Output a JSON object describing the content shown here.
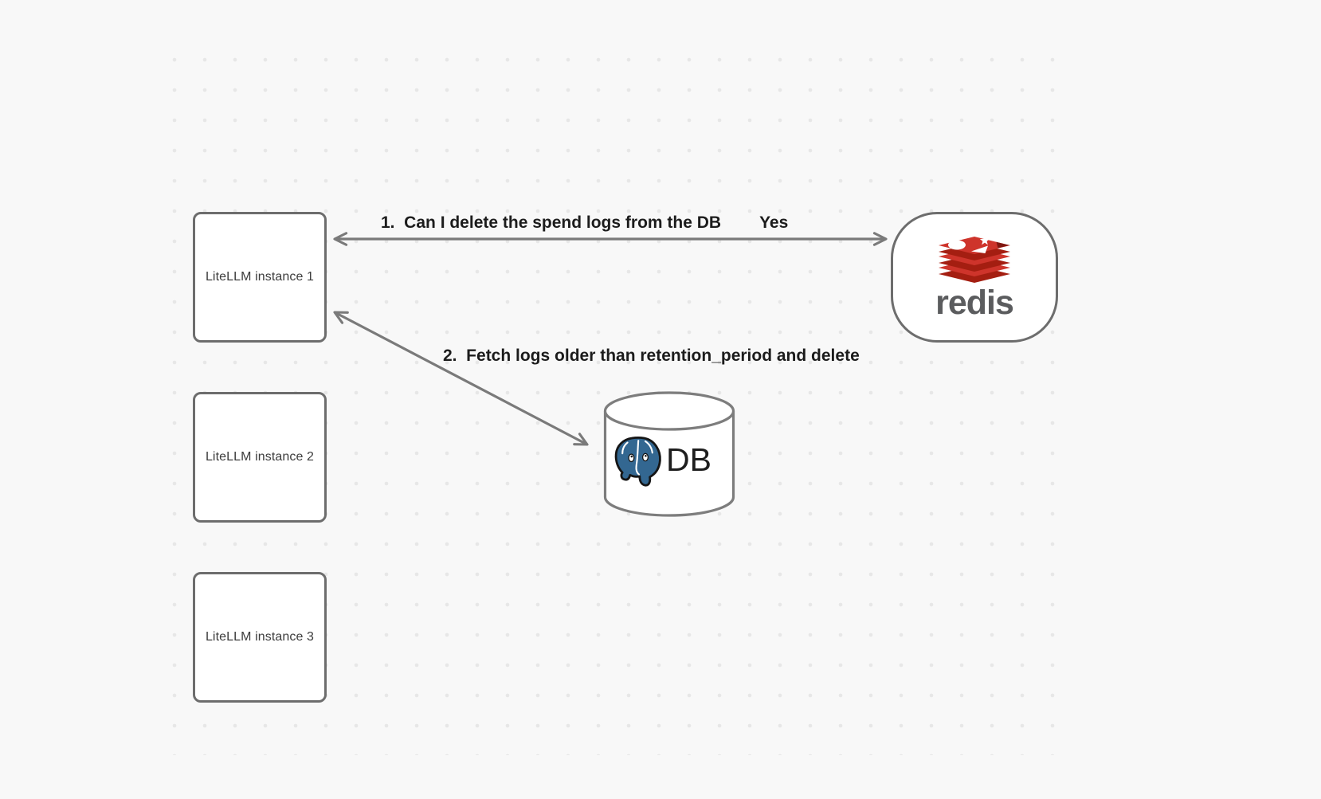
{
  "diagram": {
    "background": "#f8f8f8",
    "dot_color": "#e7e7e7",
    "stroke_color": "#7a7a7a",
    "label_color": "#1c1c1c"
  },
  "nodes": {
    "instance1": {
      "label": "LiteLLM instance 1"
    },
    "instance2": {
      "label": "LiteLLM instance 2"
    },
    "instance3": {
      "label": "LiteLLM instance 3"
    },
    "redis": {
      "wordmark": "redis",
      "icon": "redis-stack-logo",
      "red": "#CE342B",
      "dark_red": "#A41E11"
    },
    "db": {
      "label": "DB",
      "icon": "postgresql-elephant-logo",
      "blue": "#336791"
    }
  },
  "arrows": {
    "a1": {
      "label": "1.  Can I delete the spend logs from the DB",
      "response": "Yes",
      "bidirectional": true
    },
    "a2": {
      "label": "2.  Fetch logs older than retention_period and delete",
      "bidirectional": true
    }
  }
}
